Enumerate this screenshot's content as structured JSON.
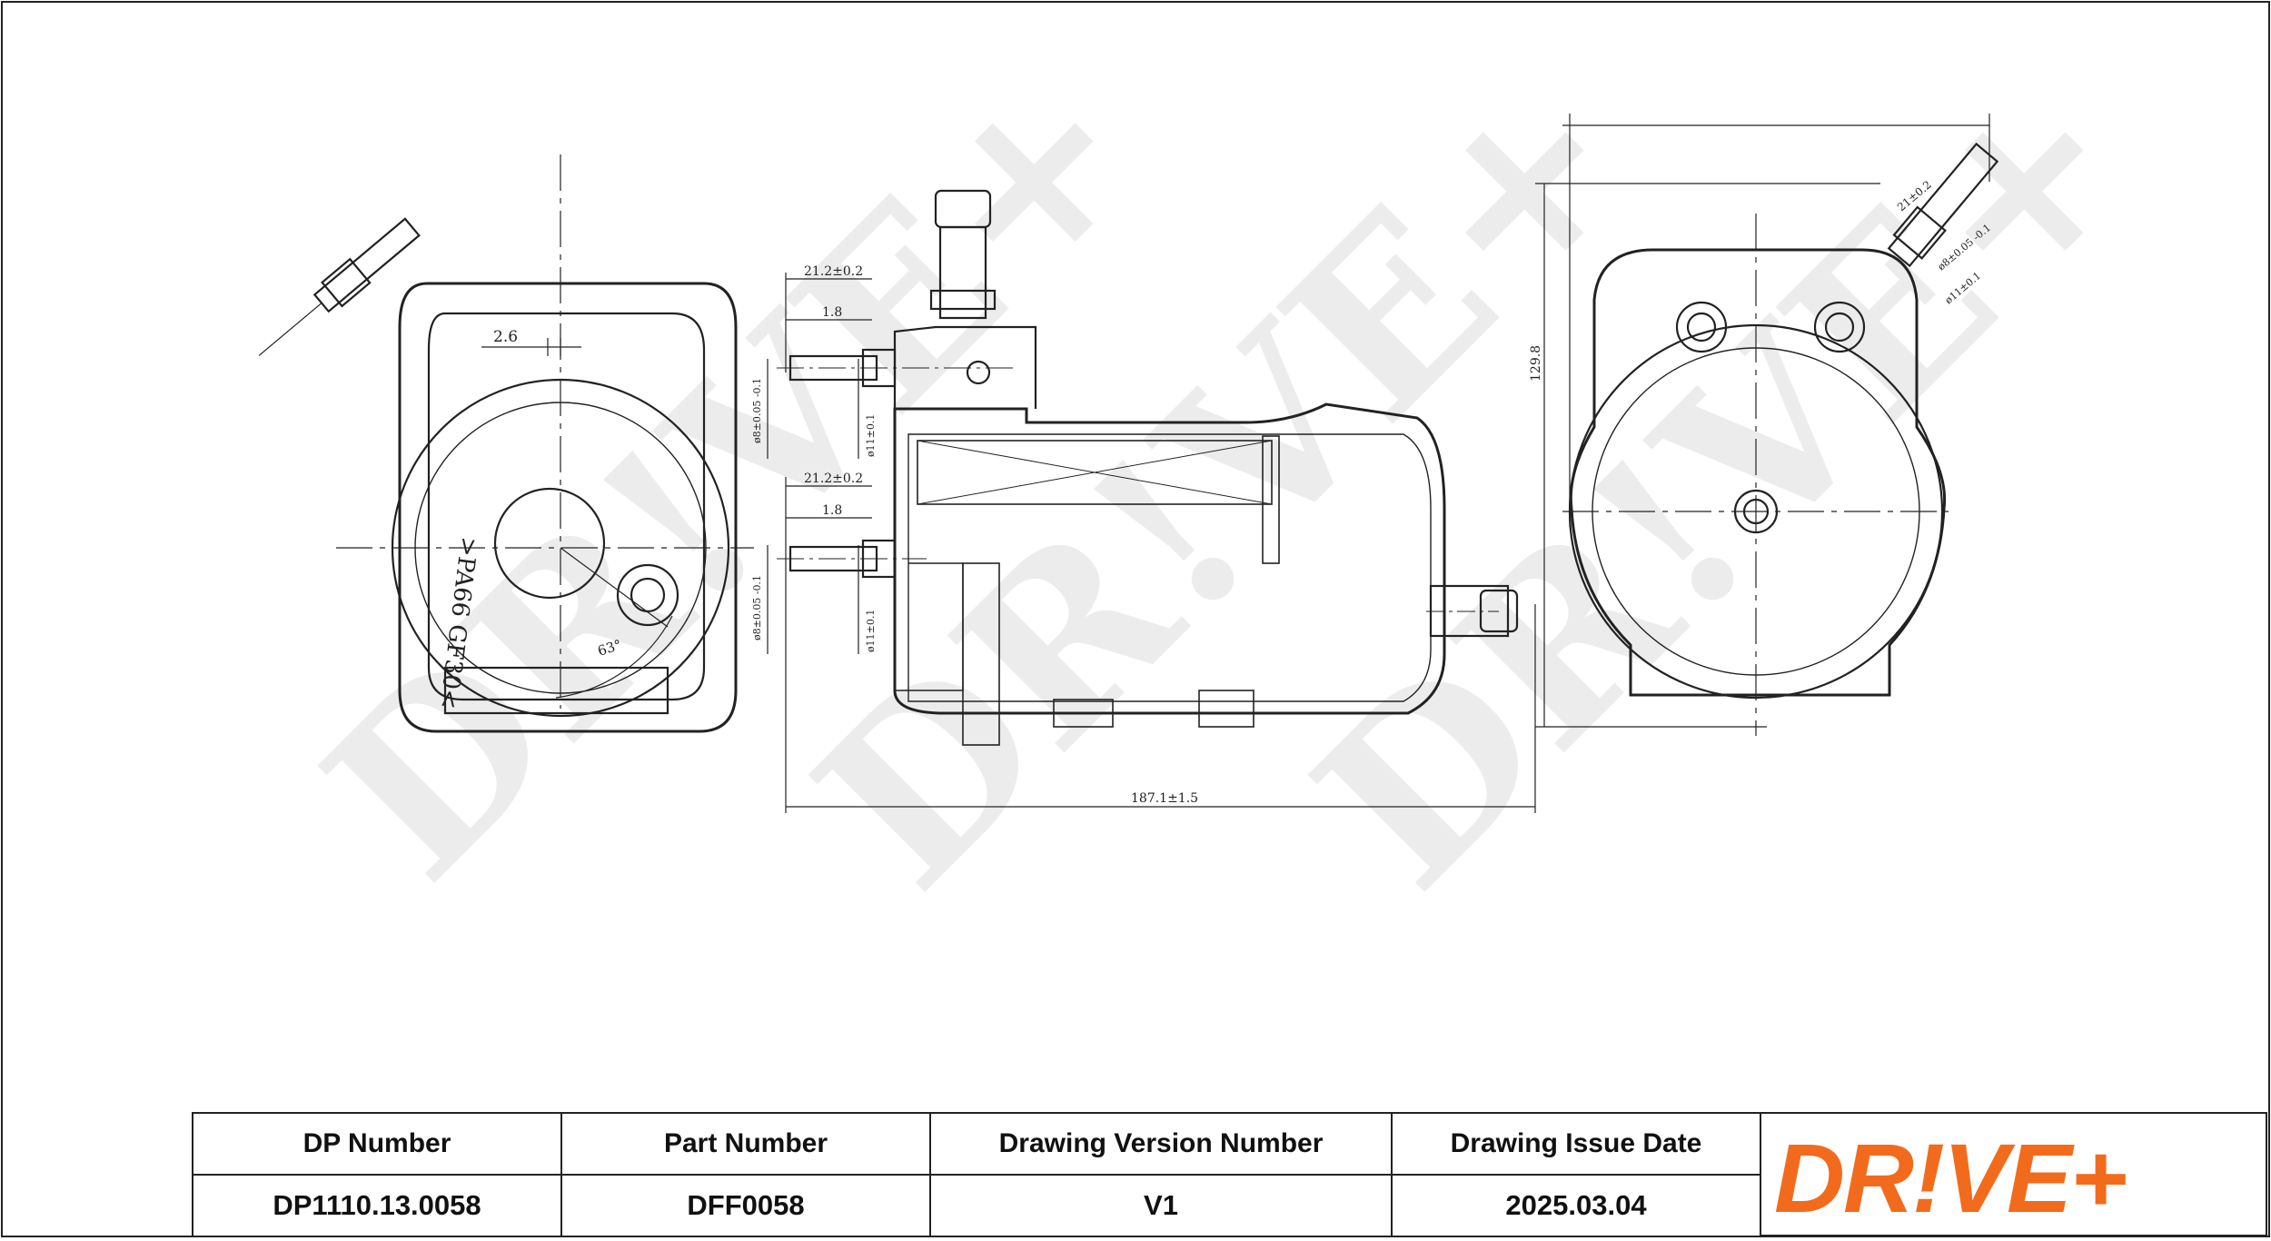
{
  "drawing": {
    "watermark_text": "DR!VE+",
    "front_view": {
      "dim_gap": "2.6",
      "angle": "63°",
      "material_marking": ">PA66 GF30<"
    },
    "side_view": {
      "upper_port_length": "21.2±0.2",
      "upper_port_shoulder": "1.8",
      "upper_port_diameter_small": "ø8±0.05 -0.1",
      "upper_port_diameter_large": "ø11±0.1",
      "lower_port_length": "21.2±0.2",
      "lower_port_shoulder": "1.8",
      "lower_port_diameter_small": "ø8±0.05 -0.1",
      "lower_port_diameter_large": "ø11±0.1",
      "overall_length": "187.1±1.5"
    },
    "end_view": {
      "height": "129.8",
      "port_length": "21±0.2",
      "port_diameter_small": "ø8±0.05 -0.1",
      "port_diameter_large": "ø11±0.1"
    }
  },
  "title_block": {
    "headers": {
      "dp_number": "DP Number",
      "part_number": "Part Number",
      "drawing_version": "Drawing Version Number",
      "issue_date": "Drawing Issue Date"
    },
    "values": {
      "dp_number": "DP1110.13.0058",
      "part_number": "DFF0058",
      "drawing_version": "V1",
      "issue_date": "2025.03.04"
    },
    "logo_text": "DR!VE+",
    "logo_color": "#F26B1D"
  }
}
